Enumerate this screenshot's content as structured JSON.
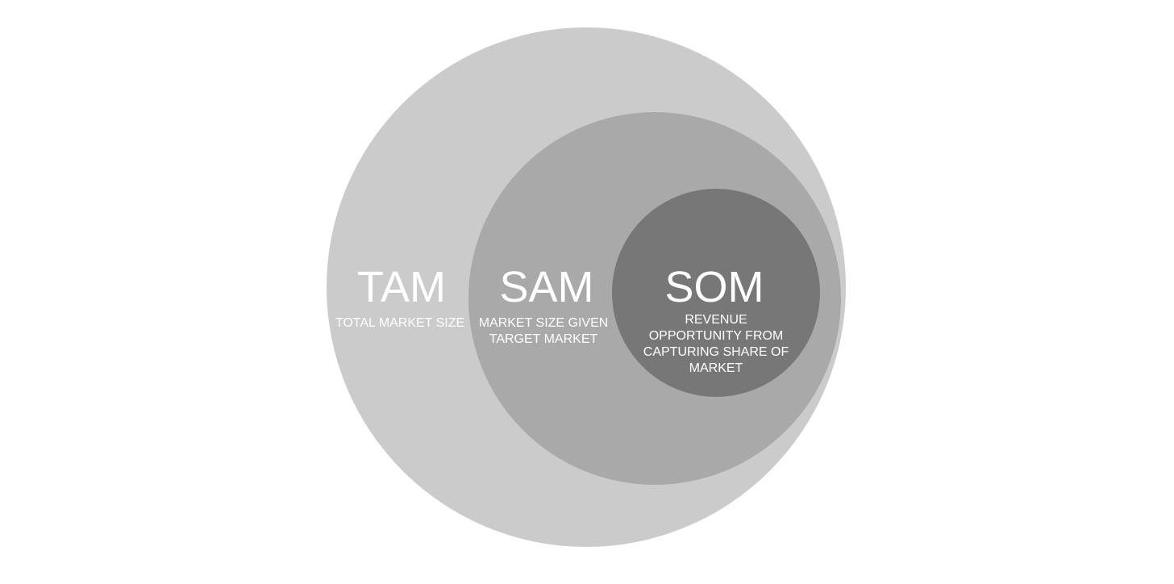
{
  "diagram": {
    "type": "nested-circles",
    "colors": {
      "background": "#ffffff",
      "tam_fill": "#cbcbcb",
      "sam_fill": "#a9a9a9",
      "som_fill": "#777777",
      "text": "#ffffff"
    },
    "tam": {
      "title": "TAM",
      "subtitle": "TOTAL MARKET SIZE"
    },
    "sam": {
      "title": "SAM",
      "subtitle": "MARKET SIZE GIVEN TARGET MARKET",
      "subtitle_lines": [
        "MARKET SIZE GIVEN",
        "TARGET MARKET"
      ]
    },
    "som": {
      "title": "SOM",
      "subtitle": "REVENUE OPPORTUNITY FROM CAPTURING SHARE OF MARKET",
      "subtitle_lines": [
        "REVENUE",
        "OPPORTUNITY FROM",
        "CAPTURING SHARE OF",
        "MARKET"
      ]
    }
  }
}
